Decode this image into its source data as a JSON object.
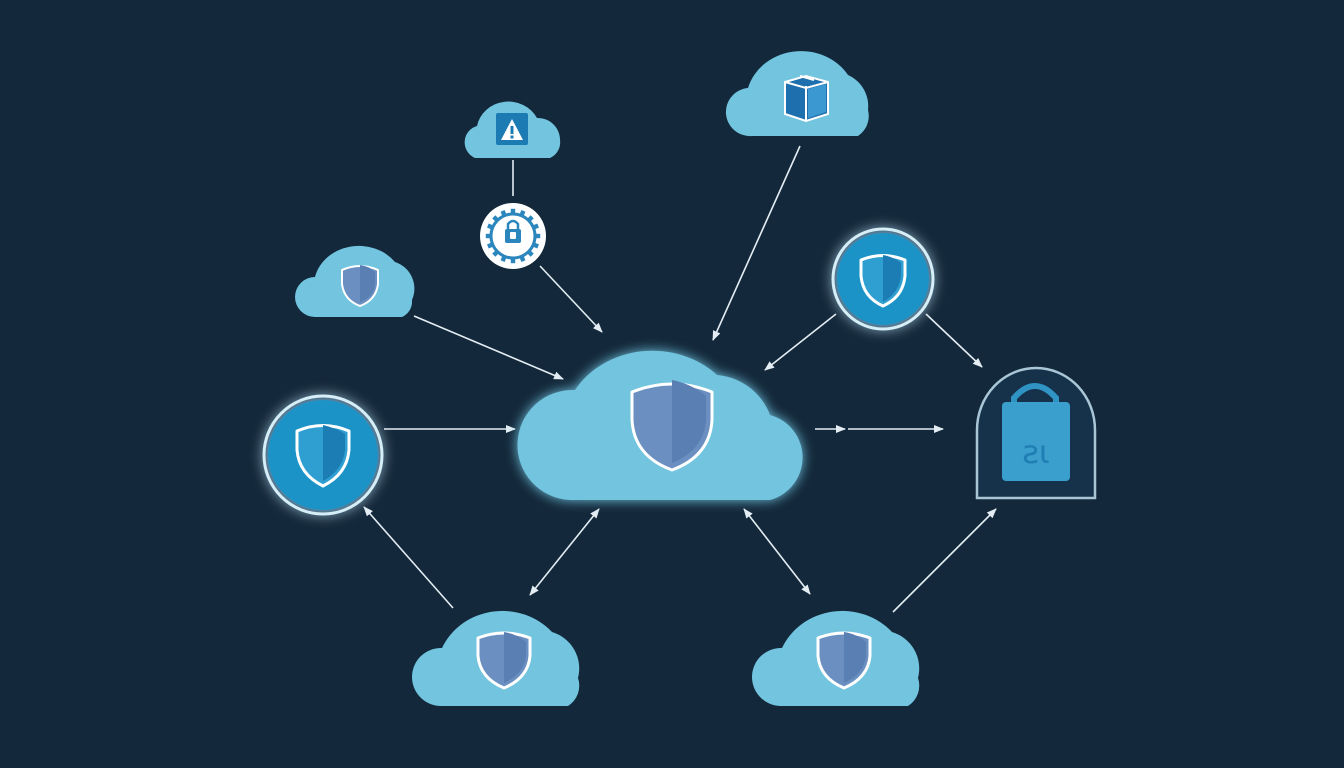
{
  "diagram": {
    "background": "#13283a",
    "colors": {
      "cloud": "#72c4df",
      "shield_fill": "#6a8fc0",
      "shield_stroke": "#ffffff",
      "circle_fill": "#1f93c6",
      "circle_ring": "#d6eef7",
      "connector": "#e3edf3",
      "lock_glyph": "#2a8cc0",
      "lock_body": "#3a9fcc",
      "lock_frame": "#a9c6d6"
    },
    "nodes": [
      {
        "id": "hub-cloud",
        "kind": "cloud",
        "icon": "shield-icon"
      },
      {
        "id": "top-left-cloud",
        "kind": "cloud",
        "icon": "warning-triangle-icon"
      },
      {
        "id": "top-right-cloud",
        "kind": "cloud",
        "icon": "box-icon"
      },
      {
        "id": "left-cloud",
        "kind": "cloud",
        "icon": "shield-icon"
      },
      {
        "id": "bottom-left-cloud",
        "kind": "cloud",
        "icon": "shield-icon"
      },
      {
        "id": "bottom-right-cloud",
        "kind": "cloud",
        "icon": "shield-icon"
      },
      {
        "id": "gear-badge",
        "kind": "circle",
        "icon": "gear-lock-icon"
      },
      {
        "id": "left-shield-circle",
        "kind": "circle",
        "icon": "shield-icon"
      },
      {
        "id": "right-shield-circle",
        "kind": "circle",
        "icon": "shield-icon"
      },
      {
        "id": "padlock",
        "kind": "padlock",
        "icon": "padlock-icon",
        "glyph": "ꙅɩ"
      }
    ],
    "edges": [
      {
        "from": "top-left-cloud",
        "to": "gear-badge",
        "arrow": "none"
      },
      {
        "from": "gear-badge",
        "to": "hub-cloud",
        "arrow": "end"
      },
      {
        "from": "top-right-cloud",
        "to": "hub-cloud",
        "arrow": "end"
      },
      {
        "from": "left-cloud",
        "to": "hub-cloud",
        "arrow": "end"
      },
      {
        "from": "right-shield-circle",
        "to": "hub-cloud",
        "arrow": "end"
      },
      {
        "from": "right-shield-circle",
        "to": "padlock",
        "arrow": "end"
      },
      {
        "from": "left-shield-circle",
        "to": "hub-cloud",
        "arrow": "end"
      },
      {
        "from": "hub-cloud",
        "to": "padlock",
        "arrow": "end"
      },
      {
        "from": "bottom-left-cloud",
        "to": "left-shield-circle",
        "arrow": "end"
      },
      {
        "from": "bottom-left-cloud",
        "to": "hub-cloud",
        "arrow": "both"
      },
      {
        "from": "hub-cloud",
        "to": "bottom-right-cloud",
        "arrow": "both"
      },
      {
        "from": "bottom-right-cloud",
        "to": "padlock",
        "arrow": "end"
      }
    ]
  }
}
